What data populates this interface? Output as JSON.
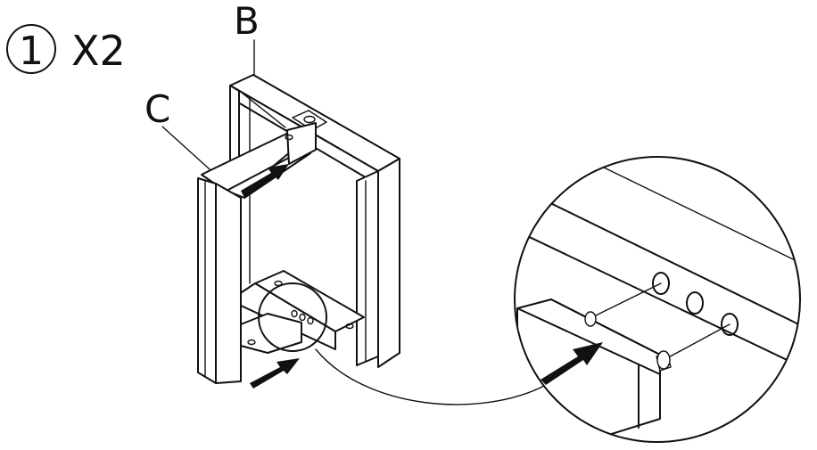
{
  "step": {
    "number": "1",
    "quantity": "X2"
  },
  "labels": {
    "b": "B",
    "c": "C"
  },
  "colors": {
    "line": "#111111",
    "background": "#ffffff"
  },
  "icons": [
    "insert-arrow-icon",
    "magnifier-circle-icon",
    "dowel-pin-icon"
  ]
}
